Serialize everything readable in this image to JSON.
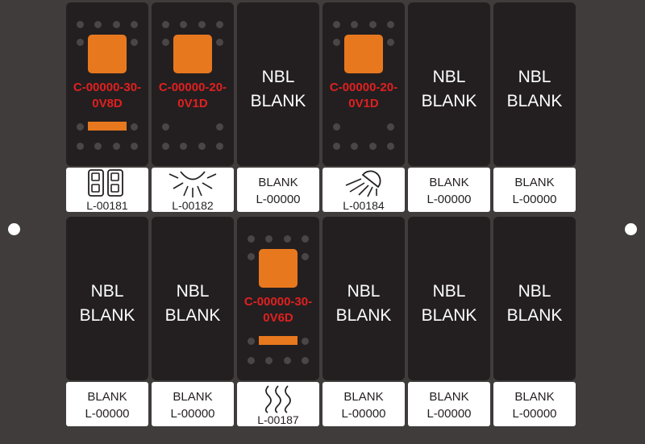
{
  "colors": {
    "background": "#3f3c3b",
    "switch_body": "#231f20",
    "indicator": "#e8781e",
    "code_text": "#e02020",
    "label_bg": "#ffffff"
  },
  "row1": {
    "switches": [
      {
        "code_line1": "C-00000-30-",
        "code_line2": "0V8D"
      },
      {
        "code_line1": "C-00000-20-",
        "code_line2": "0V1D"
      },
      {
        "nbl": "NBL",
        "blank": "BLANK"
      },
      {
        "code_line1": "C-00000-20-",
        "code_line2": "0V1D"
      },
      {
        "nbl": "NBL",
        "blank": "BLANK"
      },
      {
        "nbl": "NBL",
        "blank": "BLANK"
      }
    ],
    "labels": [
      {
        "icon": "dual-switch-icon",
        "code": "L-00181"
      },
      {
        "icon": "work-light-icon",
        "code": "L-00182"
      },
      {
        "text": "BLANK",
        "code": "L-00000"
      },
      {
        "icon": "flood-light-icon",
        "code": "L-00184"
      },
      {
        "text": "BLANK",
        "code": "L-00000"
      },
      {
        "text": "BLANK",
        "code": "L-00000"
      }
    ]
  },
  "row2": {
    "switches": [
      {
        "nbl": "NBL",
        "blank": "BLANK"
      },
      {
        "nbl": "NBL",
        "blank": "BLANK"
      },
      {
        "code_line1": "C-00000-30-",
        "code_line2": "0V6D"
      },
      {
        "nbl": "NBL",
        "blank": "BLANK"
      },
      {
        "nbl": "NBL",
        "blank": "BLANK"
      },
      {
        "nbl": "NBL",
        "blank": "BLANK"
      }
    ],
    "labels": [
      {
        "text": "BLANK",
        "code": "L-00000"
      },
      {
        "text": "BLANK",
        "code": "L-00000"
      },
      {
        "icon": "heat-icon",
        "code": "L-00187"
      },
      {
        "text": "BLANK",
        "code": "L-00000"
      },
      {
        "text": "BLANK",
        "code": "L-00000"
      },
      {
        "text": "BLANK",
        "code": "L-00000"
      }
    ]
  }
}
